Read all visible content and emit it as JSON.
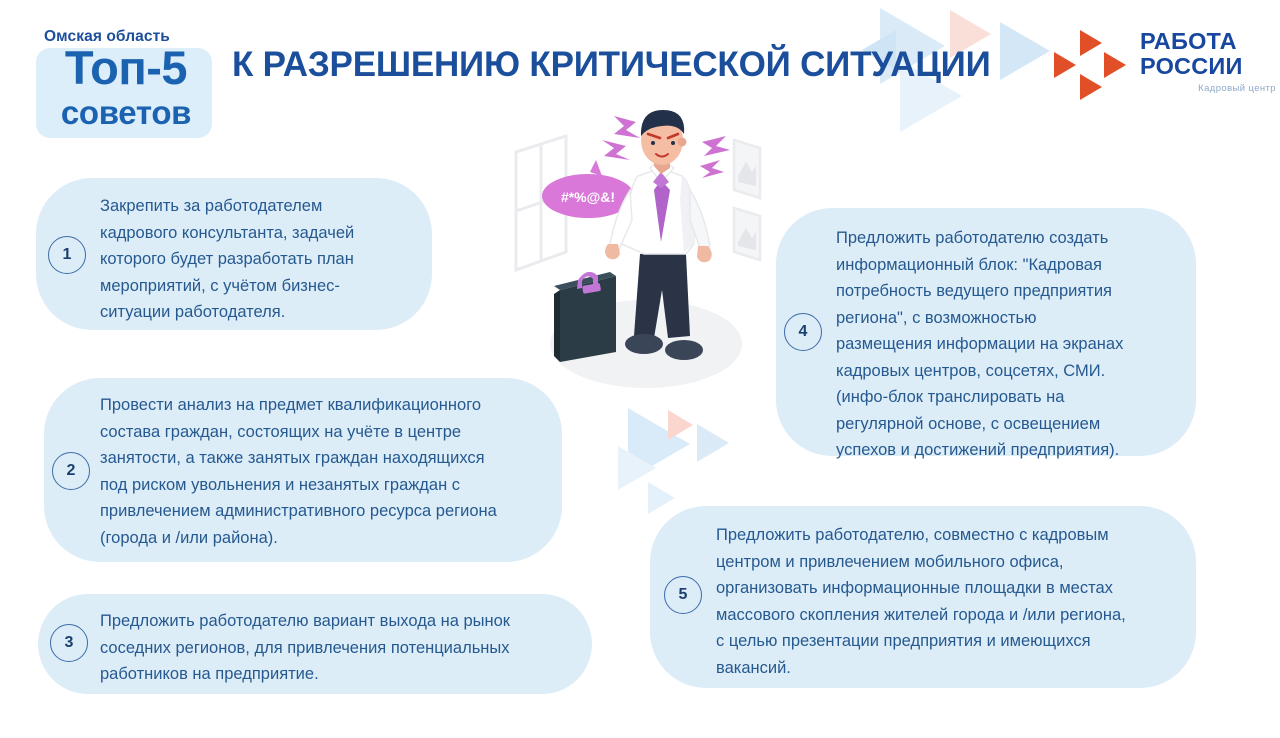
{
  "header": {
    "region_label": "Омская область",
    "badge_main": "Топ-5",
    "badge_sub": "советов",
    "title": "К РАЗРЕШЕНИЮ КРИТИЧЕСКОЙ СИТУАЦИИ"
  },
  "logo": {
    "line1": "РАБОТА",
    "line2": "РОССИИ",
    "subtitle": "Кадровый центр",
    "mark_color": "#e04f28",
    "text_color": "#17479e"
  },
  "tips": [
    {
      "number": "1",
      "text": "Закрепить за работодателем\nкадрового консультанта, задачей\nкоторого  будет разработать план\nмероприятий,  с  учётом бизнес-\nситуации работодателя."
    },
    {
      "number": "2",
      "text": "Провести анализ на предмет квалификационного\nсостава граждан,  состоящих на учёте в центре\nзанятости, а также занятых граждан находящихся\nпод риском увольнения и незанятых граждан с\nпривлечением административного ресурса региона\n(города и /или района)."
    },
    {
      "number": "3",
      "text": "Предложить работодателю  вариант  выхода на рынок\nсоседних регионов, для привлечения потенциальных\nработников на предприятие."
    },
    {
      "number": "4",
      "text": "Предложить работодателю создать\nинформационный блок: \"Кадровая\nпотребность ведущего предприятия\nрегиона\", с  возможностью\nразмещения информации на экранах\nкадровых центров, соцсетях, СМИ.\n(инфо-блок транслировать на\nрегулярной основе, с освещением\nуспехов и достижений предприятия)."
    },
    {
      "number": "5",
      "text": "Предложить работодателю, совместно с кадровым\nцентром и привлечением мобильного офиса,\nорганизовать информационные площадки в местах\nмассового скопления жителей города  и /или региона,\nс целью презентации  предприятия и имеющихся\nвакансий."
    }
  ],
  "illustration": {
    "speech_bubble_text": "#*%@&!",
    "alt": "Расстроенный мужчина в рубашке и галстуке рядом с портфелем",
    "colors": {
      "card_bg": "#dcedf8",
      "accent_blue": "#1b4f9c",
      "accent_purple": "#c966cc",
      "suit_dark": "#2b3446"
    }
  }
}
